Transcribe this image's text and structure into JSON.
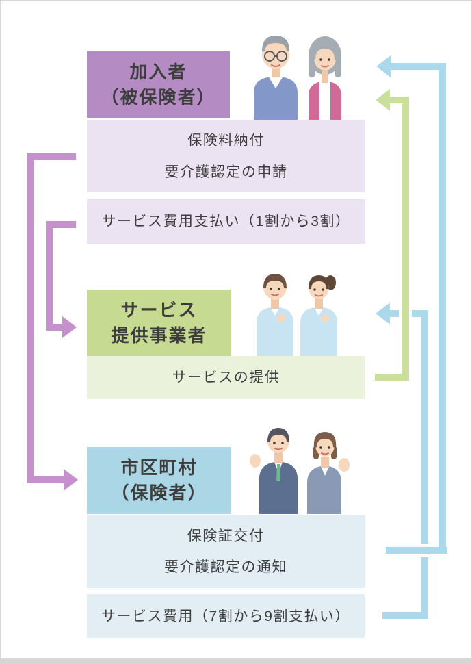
{
  "sections": [
    {
      "id": "insured",
      "header": {
        "lines": [
          "加入者",
          "（被保険者）"
        ]
      },
      "boxes": [
        {
          "lines": [
            "保険料納付",
            "要介護認定の申請"
          ]
        },
        {
          "lines": [
            "サービス費用支払い（1割から3割）"
          ]
        }
      ],
      "illustration": "elderly-couple"
    },
    {
      "id": "service-provider",
      "header": {
        "lines": [
          "サービス",
          "提供事業者"
        ]
      },
      "boxes": [
        {
          "lines": [
            "サービスの提供"
          ]
        }
      ],
      "illustration": "care-workers"
    },
    {
      "id": "municipality",
      "header": {
        "lines": [
          "市区町村",
          "（保険者）"
        ]
      },
      "boxes": [
        {
          "lines": [
            "保険証交付",
            "要介護認定の通知"
          ]
        },
        {
          "lines": [
            "サービス費用（7割から9割支払い）"
          ]
        }
      ],
      "illustration": "municipal-staff"
    }
  ],
  "arrows": [
    {
      "id": "premium-and-application",
      "from": "加入者（被保険者）",
      "to": "市区町村（保険者）",
      "color_key": "arrow_purple"
    },
    {
      "id": "service-fee-payment",
      "from": "加入者（被保険者）",
      "to": "サービス提供事業者",
      "color_key": "arrow_purple"
    },
    {
      "id": "service-provision",
      "from": "サービス提供事業者",
      "to": "加入者（被保険者）",
      "color_key": "arrow_green"
    },
    {
      "id": "card-issue-and-notice",
      "from": "市区町村（保険者）",
      "to": "加入者（被保険者）",
      "color_key": "arrow_blue"
    },
    {
      "id": "service-cost-payment",
      "from": "市区町村（保険者）",
      "to": "サービス提供事業者",
      "color_key": "arrow_blue"
    }
  ],
  "colors": {
    "insured_header_bg": "#b58bc4",
    "insured_box_bg": "#ebe3f1",
    "provider_header_bg": "#c7da92",
    "provider_box_bg": "#eaf2dc",
    "municipality_header_bg": "#abd6e6",
    "municipality_box_bg": "#e3edf4",
    "arrow_purple": "#c591cd",
    "arrow_green": "#cbdf9c",
    "arrow_blue": "#abd8ea",
    "text": "#3d3d3d",
    "page_border": "#d6d6d6"
  }
}
